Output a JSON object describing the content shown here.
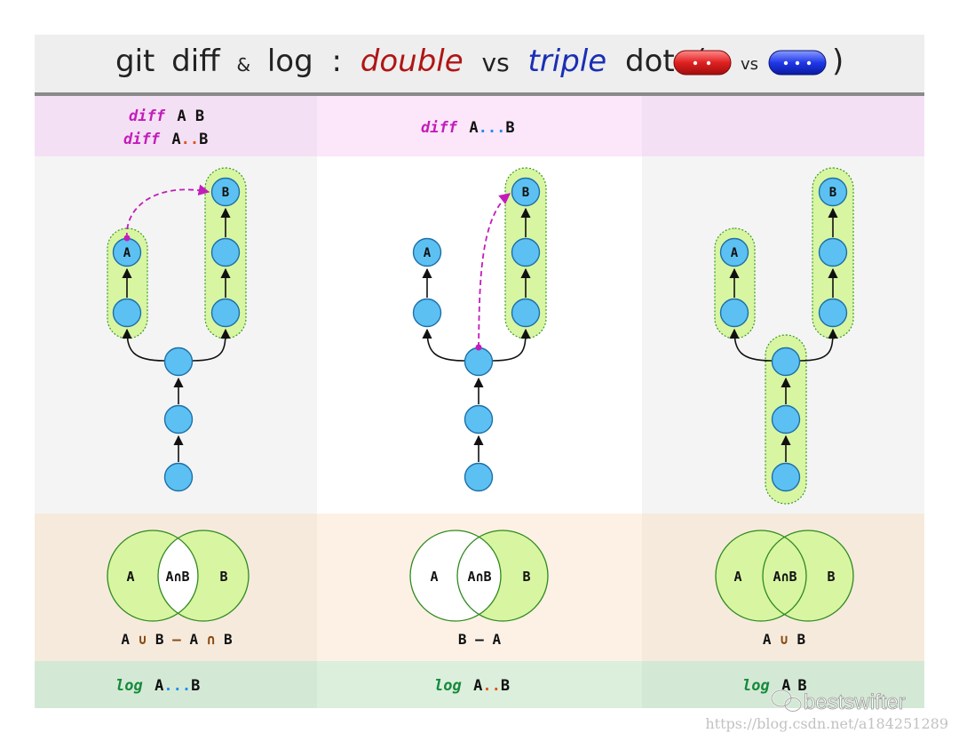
{
  "title": {
    "git": "git",
    "diff": "diff",
    "amp": "&",
    "log": "log",
    "colon": ":",
    "double": "double",
    "vs": "vs",
    "triple": "triple",
    "dot": "dot",
    "open": "(",
    "pill_vs": "vs",
    "close": ")"
  },
  "columns": [
    {
      "top_lines": [
        {
          "kw": "diff",
          "rest": "A B"
        },
        {
          "kw": "diff",
          "a": "A",
          "dots": "..",
          "b": "B"
        }
      ],
      "commit_labels": {
        "a": "A",
        "b": "B"
      },
      "venn": {
        "left": "A",
        "center": "A∩B",
        "right": "B"
      },
      "set_expr": {
        "p1": "A ",
        "op1": "∪",
        "p2": " B ",
        "op2": "—",
        "p3": " A ",
        "op3": "∩",
        "p4": " B"
      },
      "bottom": {
        "kw": "log",
        "a": "A",
        "dots": "...",
        "b": "B"
      }
    },
    {
      "top_lines": [
        {
          "kw": "diff",
          "a": "A",
          "dots": "...",
          "b": "B"
        }
      ],
      "commit_labels": {
        "a": "A",
        "b": "B"
      },
      "venn": {
        "left": "A",
        "center": "A∩B",
        "right": "B"
      },
      "set_expr": {
        "text": "B – A"
      },
      "bottom": {
        "kw": "log",
        "a": "A",
        "dots": "..",
        "b": "B"
      }
    },
    {
      "top_lines": [],
      "commit_labels": {
        "a": "A",
        "b": "B"
      },
      "venn": {
        "left": "A",
        "center": "A∩B",
        "right": "B"
      },
      "set_expr": {
        "p1": "A ",
        "op1": "∪",
        "p2": " B"
      },
      "bottom": {
        "kw": "log",
        "a": "A",
        "b": "B"
      }
    }
  ],
  "watermark": {
    "brand": "bestswifter",
    "url": "https://blog.csdn.net/a184251289"
  },
  "colors": {
    "header_bg": "#eeeeee",
    "top_band": "#f6e1f3",
    "graph_band": "#f4f4f4",
    "venn_band": "#f7ece0",
    "bottom_band": "#d7ecd8",
    "commit": "#5cc1f2",
    "highlight": "#d8f5a2",
    "magenta": "#c21dbb"
  }
}
